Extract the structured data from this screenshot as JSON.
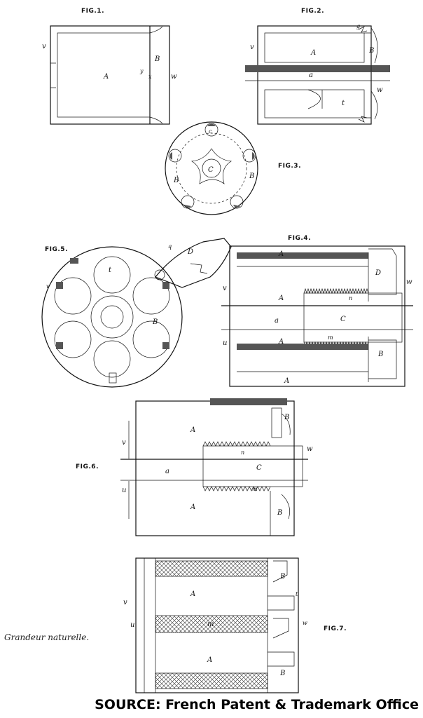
{
  "figures": {
    "fig1": "FIG.1.",
    "fig2": "FIG.2.",
    "fig3": "FIG.3.",
    "fig4": "FIG.4.",
    "fig5": "FIG.5.",
    "fig6": "FIG.6.",
    "fig7": "FIG.7."
  },
  "labels": {
    "A": "A",
    "B": "B",
    "C": "C",
    "D": "D",
    "a": "a",
    "c": "c",
    "g": "g",
    "m": "m",
    "n": "n",
    "q": "q",
    "t": "t",
    "u": "u",
    "v": "v",
    "w": "w",
    "x": "x",
    "y": "y"
  },
  "caption": "Grandeur naturelle.",
  "source": "SOURCE: French Patent & Trademark Office"
}
